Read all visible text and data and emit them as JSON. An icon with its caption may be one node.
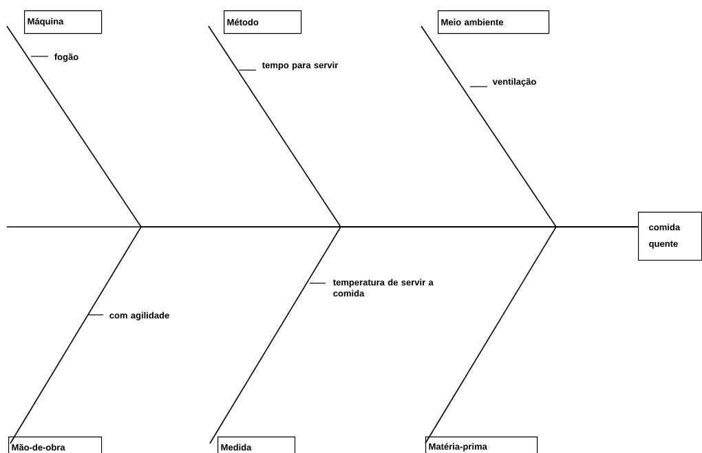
{
  "diagram": {
    "nodes": [
      {
        "text": [
          "Máquina"
        ]
      },
      {
        "text": [
          "Método"
        ]
      },
      {
        "text": [
          "Meio ambiente"
        ]
      },
      {
        "text": [
          "Mão-de-obra"
        ]
      },
      {
        "text": [
          "Medida"
        ]
      },
      {
        "text": [
          "Matéria-prima"
        ]
      },
      {
        "text": [
          "comida quente"
        ]
      }
    ],
    "edges": [
      {
        "from": 0,
        "to": 6,
        "arrow": "none"
      },
      {
        "from": 1,
        "to": 6,
        "arrow": "none"
      },
      {
        "from": 2,
        "to": 6,
        "arrow": "none"
      },
      {
        "from": 3,
        "to": 6,
        "arrow": "none"
      },
      {
        "from": 4,
        "to": 6,
        "arrow": "none"
      },
      {
        "from": 5,
        "to": 6,
        "arrow": "none"
      }
    ],
    "labels": [
      "fogão",
      "tempo para servir",
      "ventilação",
      "temperatura de servir a comida",
      "com agilidade"
    ]
  }
}
